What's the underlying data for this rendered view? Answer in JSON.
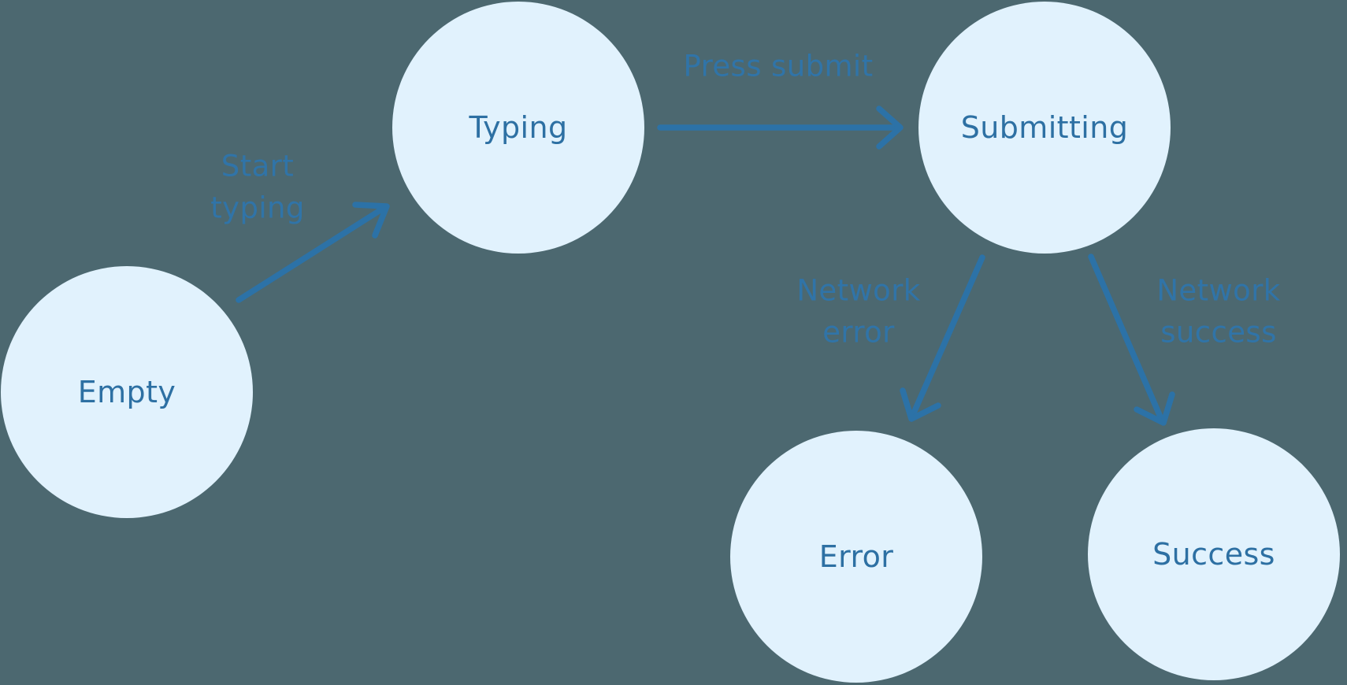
{
  "diagram": {
    "type": "state-machine",
    "colors": {
      "background": "#4C6870",
      "node_fill": "#E1F2FD",
      "node_text": "#2D70A3",
      "edge_stroke": "#2C72A7",
      "edge_label_text": "#3074A8"
    },
    "nodes": {
      "empty": {
        "label": "Empty"
      },
      "typing": {
        "label": "Typing"
      },
      "submitting": {
        "label": "Submitting"
      },
      "error": {
        "label": "Error"
      },
      "success": {
        "label": "Success"
      }
    },
    "edges": {
      "start_typing": {
        "label": "Start\ntyping",
        "from": "Empty",
        "to": "Typing"
      },
      "press_submit": {
        "label": "Press submit",
        "from": "Typing",
        "to": "Submitting"
      },
      "network_error": {
        "label": "Network\nerror",
        "from": "Submitting",
        "to": "Error"
      },
      "network_success": {
        "label": "Network\nsuccess",
        "from": "Submitting",
        "to": "Success"
      }
    }
  }
}
